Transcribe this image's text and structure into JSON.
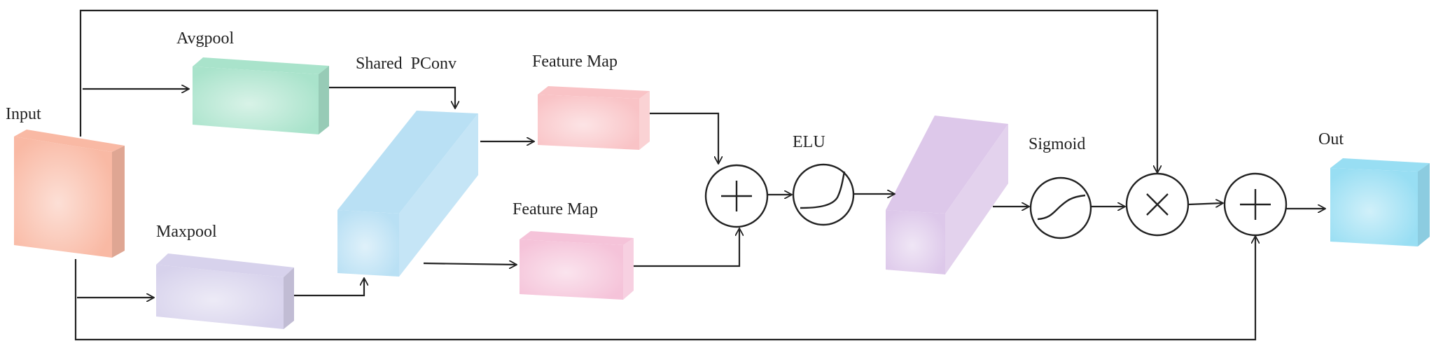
{
  "labels": {
    "input": "Input",
    "avgpool": "Avgpool",
    "maxpool": "Maxpool",
    "shared_pconv": "Shared  PConv",
    "feature_map_top": "Feature Map",
    "feature_map_bottom": "Feature Map",
    "elu": "ELU",
    "sigmoid": "Sigmoid",
    "out": "Out"
  },
  "colors": {
    "input_block": "#f9b9a4",
    "avgpool_block": "#a9e3cb",
    "maxpool_block": "#d7d2ec",
    "shared_pconv_block": "#b9e0f4",
    "feature_map_top_block": "#f9c3c6",
    "feature_map_bottom_block": "#f5c3d9",
    "elu_output_block": "#ddc8ea",
    "out_block": "#98def3"
  },
  "operators": {
    "add_1": "add-icon",
    "elu": "elu-curve-icon",
    "sigmoid": "sigmoid-curve-icon",
    "multiply": "multiply-icon",
    "add_2": "add-icon"
  }
}
